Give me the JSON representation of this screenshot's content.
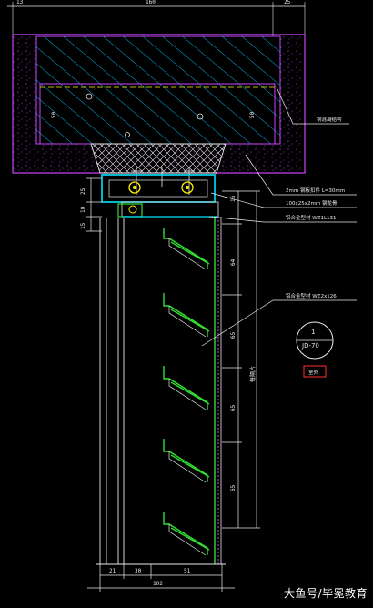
{
  "top_dims": {
    "left": "13",
    "center": "160",
    "right": "25"
  },
  "left_dims": {
    "d25": "25",
    "d10": "10",
    "d15": "15"
  },
  "inner_dims": {
    "left50": "50",
    "right50": "50"
  },
  "right_dims": {
    "d16": "16",
    "d64": "64",
    "d65a": "65",
    "d65b": "65",
    "d65c": "65",
    "overall": "每隔片"
  },
  "bottom_dims": {
    "d21": "21",
    "d30": "30",
    "d51": "51",
    "total": "102"
  },
  "notes": {
    "n1": "钢混凝结构",
    "n2": "2mm 钢板扣件 L=30mm",
    "n3": "100x25x2mm 钢龙骨",
    "n4": "铝合金型材 WZ1L131",
    "n5": "铝合金型材 WZ2x126"
  },
  "section_mark": {
    "number": "1",
    "code": "JD-70",
    "caption": "室外"
  },
  "watermark": "大鱼号/毕冕教育",
  "colors": {
    "bg": "#000000",
    "white": "#e8e8e8",
    "magenta": "#cc44ff",
    "cyan": "#00e5ff",
    "green": "#33dd33",
    "yellow": "#ffee00",
    "red": "#ff3030"
  }
}
